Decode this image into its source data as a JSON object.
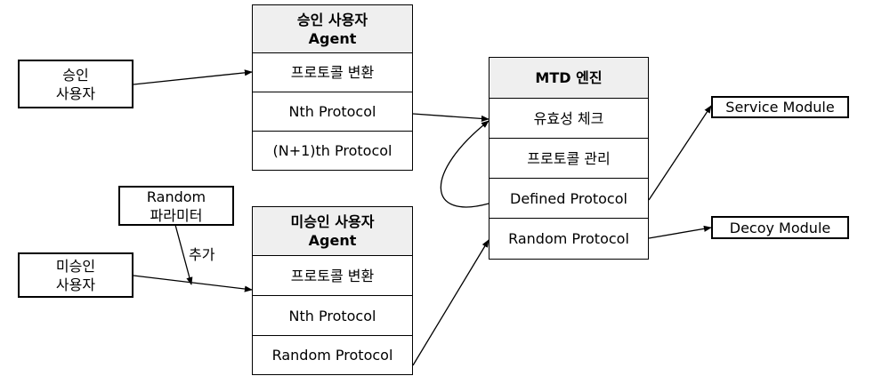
{
  "approved_agent": {
    "title_line1": "승인 사용자",
    "title_line2": "Agent",
    "rows": [
      "프로토콜 변환",
      "Nth Protocol",
      "(N+1)th Protocol"
    ]
  },
  "unapproved_agent": {
    "title_line1": "미승인 사용자",
    "title_line2": "Agent",
    "rows": [
      "프로토콜 변환",
      "Nth Protocol",
      "Random Protocol"
    ]
  },
  "mtd_engine": {
    "title": "MTD 엔진",
    "rows": [
      "유효성 체크",
      "프로토콜 관리",
      "Defined Protocol",
      "Random Protocol"
    ]
  },
  "approved_user": {
    "line1": "승인",
    "line2": "사용자"
  },
  "unapproved_user": {
    "line1": "미승인",
    "line2": "사용자"
  },
  "random_param": {
    "line1": "Random",
    "line2": "파라미터"
  },
  "add_label": "추가",
  "service_module": "Service Module",
  "decoy_module": "Decoy Module"
}
